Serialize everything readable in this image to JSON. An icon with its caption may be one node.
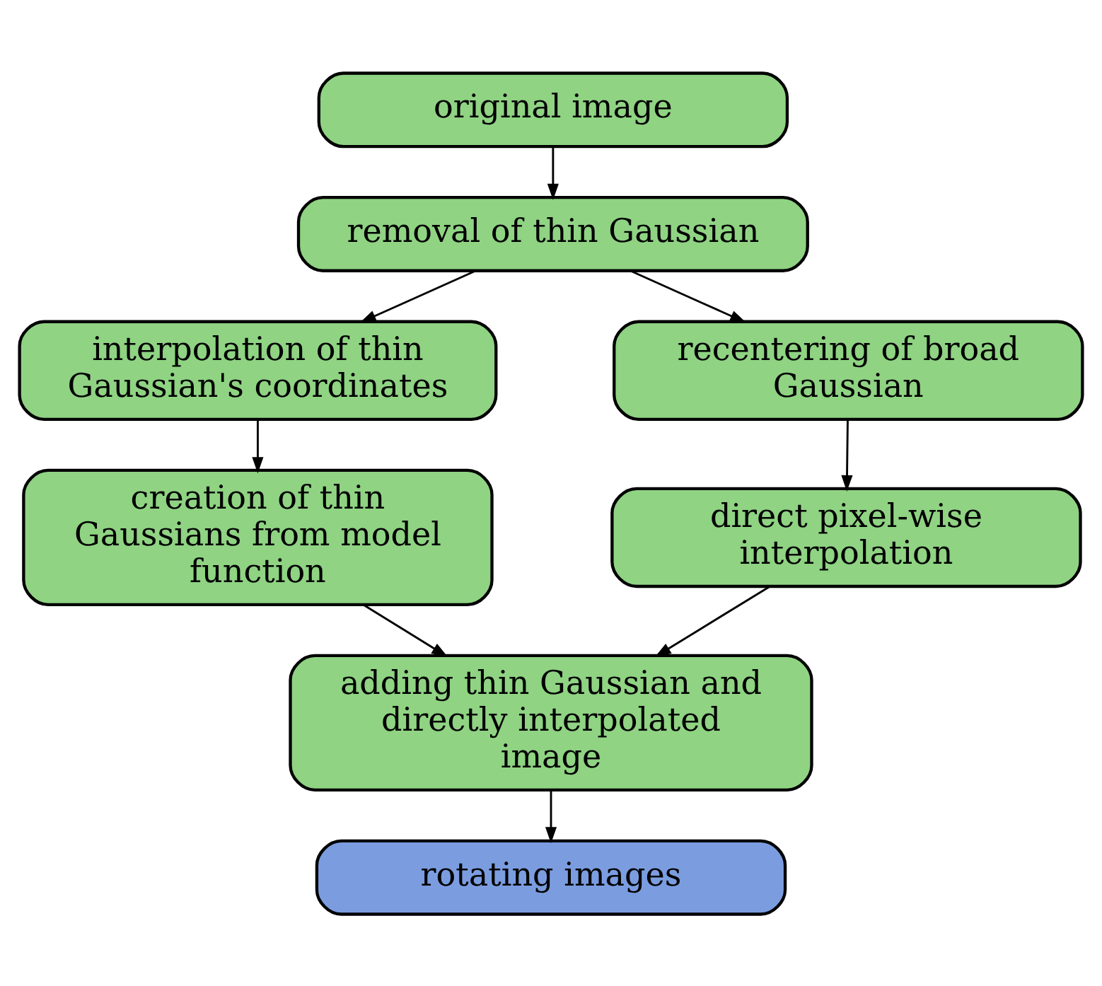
{
  "diagram": {
    "nodes": [
      {
        "text": [
          "original image"
        ]
      },
      {
        "text": [
          "removal of thin Gaussian"
        ]
      },
      {
        "text": [
          "interpolation of thin Gaussian's coordinates"
        ]
      },
      {
        "text": [
          "recentering of broad Gaussian"
        ]
      },
      {
        "text": [
          "creation of thin Gaussians from model function"
        ]
      },
      {
        "text": [
          "direct pixel-wise interpolation"
        ]
      },
      {
        "text": [
          "adding thin Gaussian and directly interpolated image"
        ]
      },
      {
        "text": [
          "rotating images"
        ]
      }
    ],
    "edges": [
      {
        "from": 0,
        "to": 1,
        "arrow": "to"
      },
      {
        "from": 1,
        "to": 2,
        "arrow": "to"
      },
      {
        "from": 1,
        "to": 3,
        "arrow": "to"
      },
      {
        "from": 2,
        "to": 4,
        "arrow": "to"
      },
      {
        "from": 3,
        "to": 5,
        "arrow": "to"
      },
      {
        "from": 4,
        "to": 6,
        "arrow": "to"
      },
      {
        "from": 5,
        "to": 6,
        "arrow": "to"
      },
      {
        "from": 6,
        "to": 7,
        "arrow": "to"
      }
    ]
  }
}
